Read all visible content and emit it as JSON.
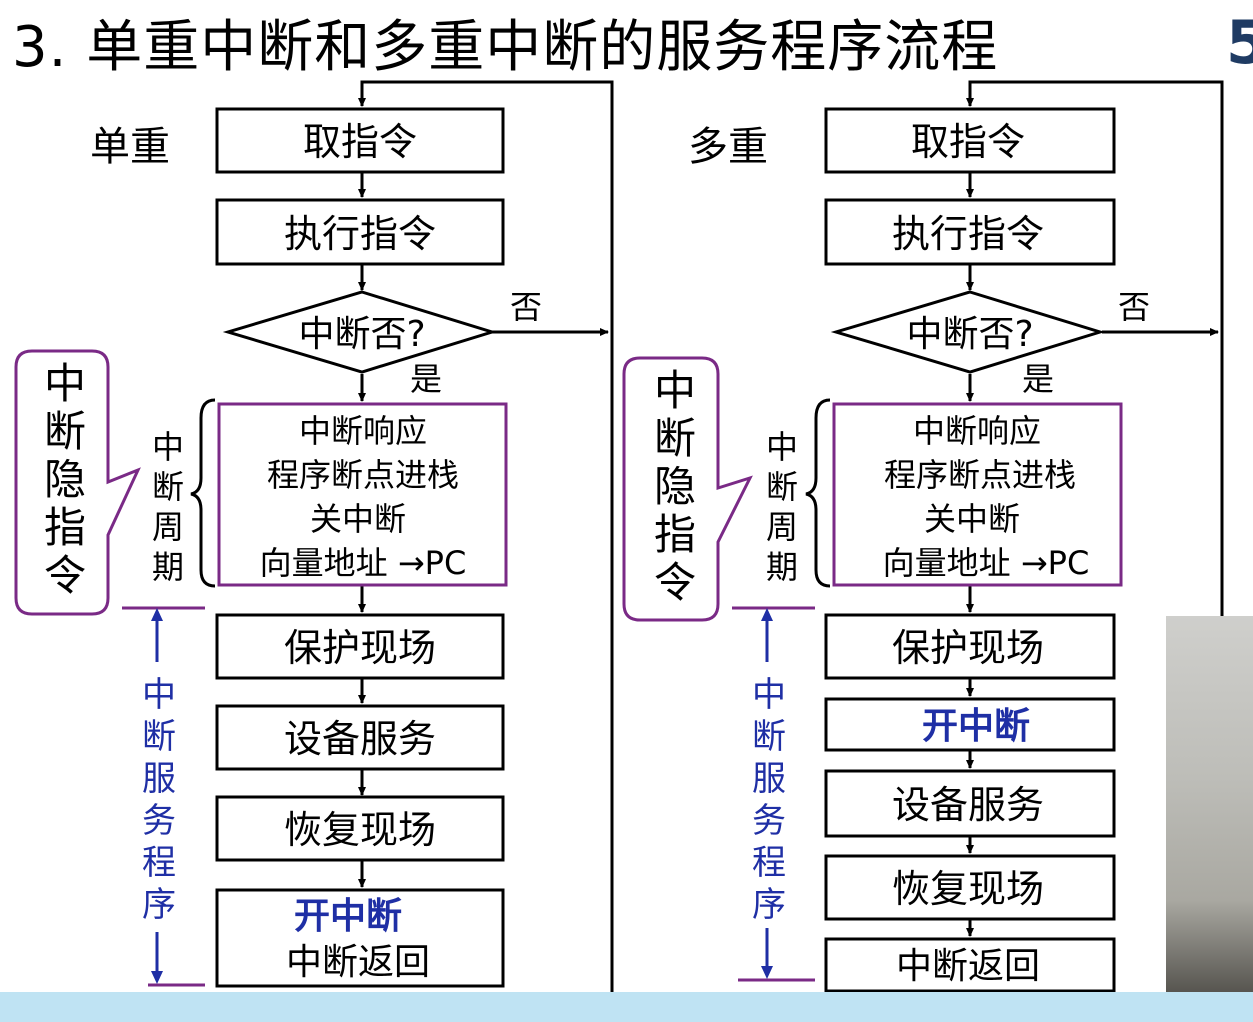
{
  "title": "3. 单重中断和多重中断的服务程序流程",
  "page_number": "5",
  "colors": {
    "purple": "#7a2a86",
    "blue": "#1f2fa5",
    "black": "#000000"
  },
  "single": {
    "label": "单重",
    "fetch": "取指令",
    "execute": "执行指令",
    "decision": "中断否?",
    "no": "否",
    "yes": "是",
    "cycle_lines": [
      "中断响应",
      "程序断点进栈",
      "关中断",
      "向量地址 →PC"
    ],
    "save": "保护现场",
    "device": "设备服务",
    "restore": "恢复现场",
    "enable": "开中断",
    "return": "中断返回",
    "callout": [
      "中",
      "断",
      "隐",
      "指",
      "令"
    ],
    "cycle_label": [
      "中",
      "断",
      "周",
      "期"
    ],
    "service_label": [
      "中",
      "断",
      "服",
      "务",
      "程",
      "序"
    ]
  },
  "multi": {
    "label": "多重",
    "fetch": "取指令",
    "execute": "执行指令",
    "decision": "中断否?",
    "no": "否",
    "yes": "是",
    "cycle_lines": [
      "中断响应",
      "程序断点进栈",
      "关中断",
      "向量地址 →PC"
    ],
    "save": "保护现场",
    "enable": "开中断",
    "device": "设备服务",
    "restore": "恢复现场",
    "return": "中断返回",
    "callout": [
      "中",
      "断",
      "隐",
      "指",
      "令"
    ],
    "cycle_label": [
      "中",
      "断",
      "周",
      "期"
    ],
    "service_label": [
      "中",
      "断",
      "服",
      "务",
      "程",
      "序"
    ]
  }
}
